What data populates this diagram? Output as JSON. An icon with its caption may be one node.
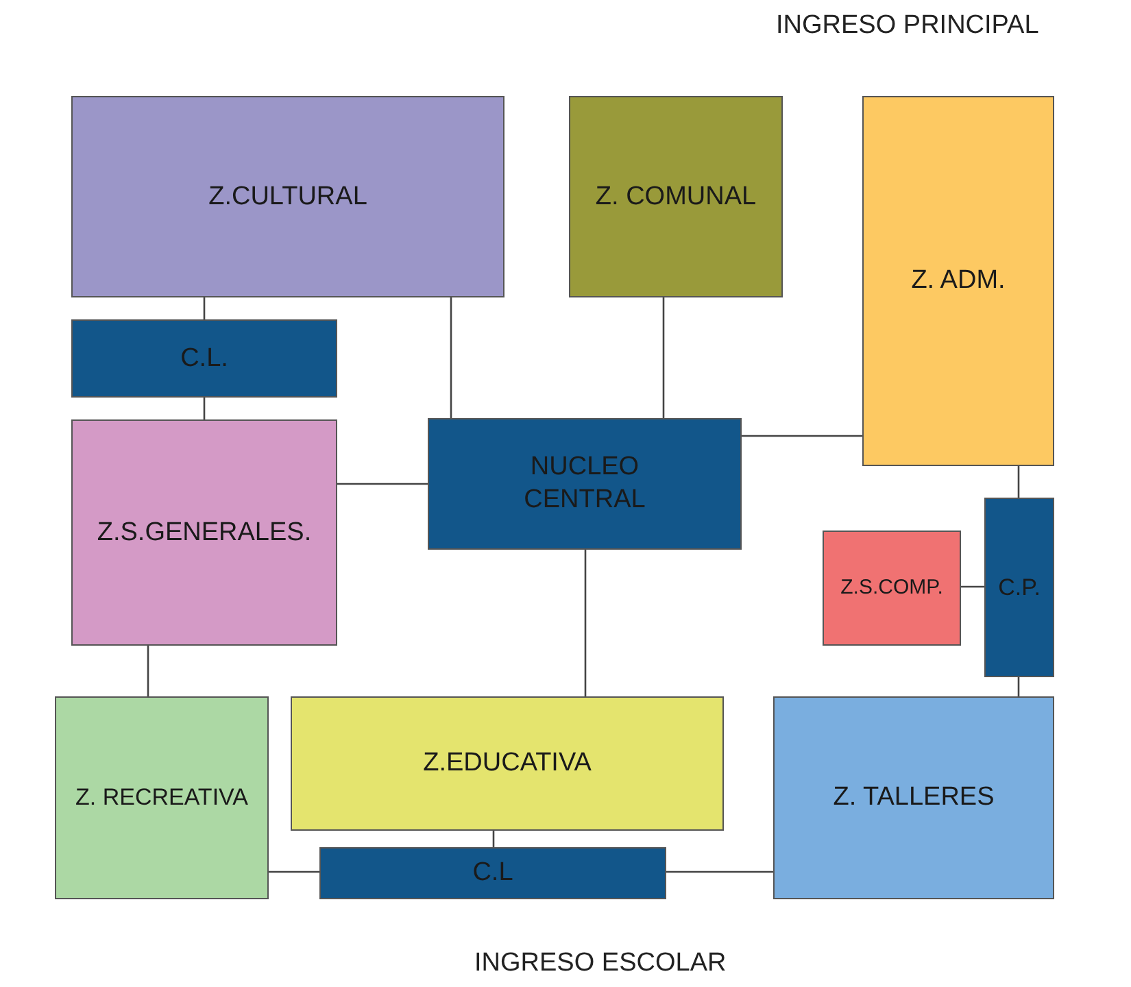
{
  "diagram": {
    "nodes": [
      {
        "text": [
          "Z.CULTURAL"
        ]
      },
      {
        "text": [
          "Z. COMUNAL"
        ]
      },
      {
        "text": [
          "Z. ADM."
        ]
      },
      {
        "text": [
          "C.L."
        ]
      },
      {
        "text": [
          "NUCLEO CENTRAL"
        ]
      },
      {
        "text": [
          "Z.S.GENERALES."
        ]
      },
      {
        "text": [
          "Z.S.COMP."
        ]
      },
      {
        "text": [
          "C.P."
        ]
      },
      {
        "text": [
          "Z. RECREATIVA"
        ]
      },
      {
        "text": [
          "Z.EDUCATIVA"
        ]
      },
      {
        "text": [
          "Z. TALLERES"
        ]
      },
      {
        "text": [
          "C.L"
        ]
      }
    ],
    "edges": [
      {
        "from": 0,
        "to": 3,
        "arrow": "none"
      },
      {
        "from": 3,
        "to": 5,
        "arrow": "none"
      },
      {
        "from": 0,
        "to": 4,
        "arrow": "none"
      },
      {
        "from": 1,
        "to": 4,
        "arrow": "none"
      },
      {
        "from": 4,
        "to": 2,
        "arrow": "none"
      },
      {
        "from": 5,
        "to": 4,
        "arrow": "none"
      },
      {
        "from": 4,
        "to": 9,
        "arrow": "none"
      },
      {
        "from": 2,
        "to": 7,
        "arrow": "none"
      },
      {
        "from": 6,
        "to": 7,
        "arrow": "none"
      },
      {
        "from": 7,
        "to": 10,
        "arrow": "none"
      },
      {
        "from": 5,
        "to": 8,
        "arrow": "none"
      },
      {
        "from": 9,
        "to": 11,
        "arrow": "none"
      },
      {
        "from": 8,
        "to": 11,
        "arrow": "none"
      },
      {
        "from": 11,
        "to": 10,
        "arrow": "none"
      }
    ],
    "labels": [
      "INGRESO PRINCIPAL",
      "INGRESO ESCOLAR"
    ]
  }
}
